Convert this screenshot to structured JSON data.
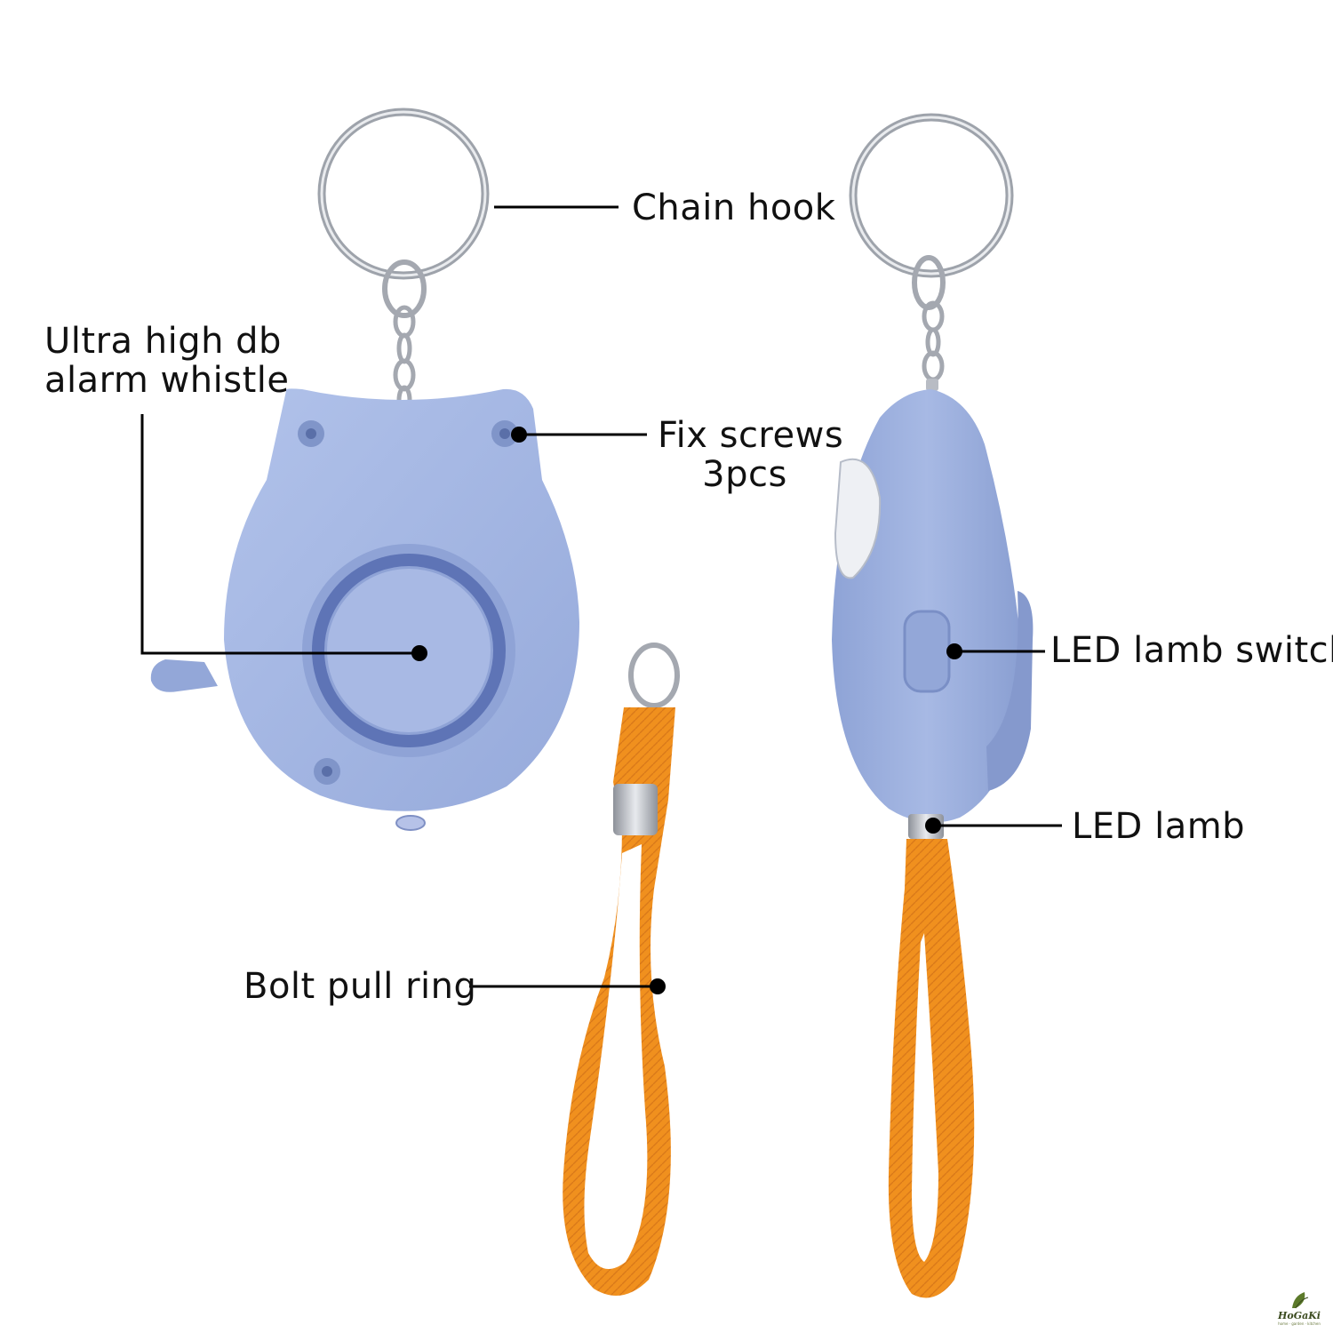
{
  "callouts": {
    "chain_hook": "Chain hook",
    "alarm_whistle": [
      "Ultra high db",
      "alarm whistle"
    ],
    "fix_screws": [
      "Fix screws",
      "3pcs"
    ],
    "led_switch": "LED lamb switch",
    "led_lamb": "LED lamb",
    "bolt_pull_ring": "Bolt pull ring"
  },
  "brand": {
    "logo_name": "HoGaKi",
    "logo_tagline": "home · garden · kitchen"
  },
  "colors": {
    "body": "#a3b6e2",
    "body_shade": "#8fa3d4",
    "speaker_ring": "#5e74b6",
    "strap": "#f0901e",
    "metal": "#b8bcc4",
    "callout_line": "#000000"
  }
}
